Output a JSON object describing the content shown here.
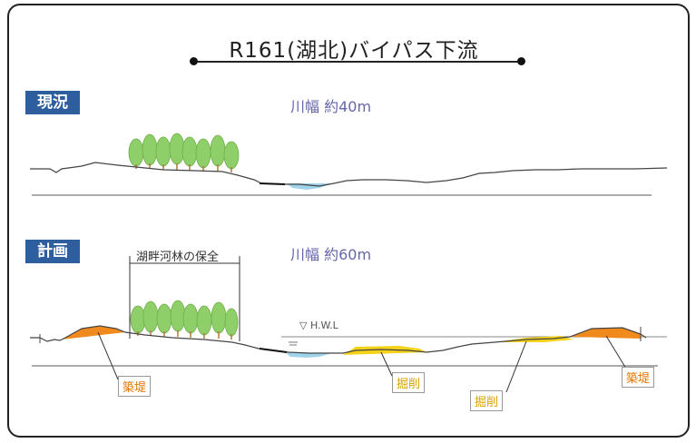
{
  "title": "R161(湖北)バイパス下流",
  "sections": {
    "current": {
      "badge": "現況",
      "width_text": "川幅 約40m"
    },
    "plan": {
      "badge": "計画",
      "width_text": "川幅 約60m"
    }
  },
  "labels": {
    "forest_preservation": "湖畔河林の保全",
    "hwl": "▽ H.W.L",
    "embankment_left": "築堤",
    "embankment_right": "築堤",
    "excavation_1": "掘削",
    "excavation_2": "掘削"
  },
  "colors": {
    "badge": "#2f5e9e",
    "embankment": "#f08a1c",
    "excavation": "#f5d21a",
    "water": "#9fd3ea",
    "trees": "#8fcf6a"
  }
}
